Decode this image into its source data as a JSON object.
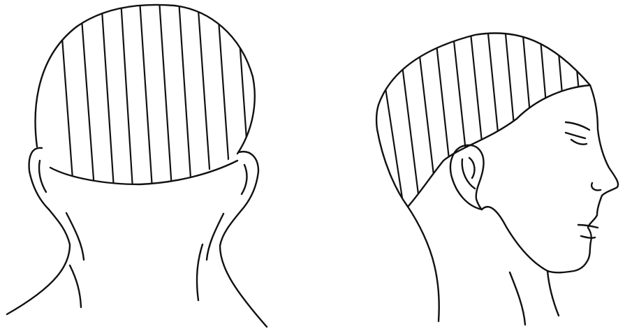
{
  "figure": {
    "panels": [
      {
        "view": "back",
        "hatched_region": "scalp"
      },
      {
        "view": "side",
        "hatched_region": "scalp"
      }
    ],
    "colors": {
      "ink": "#111111",
      "background": "#ffffff"
    }
  }
}
